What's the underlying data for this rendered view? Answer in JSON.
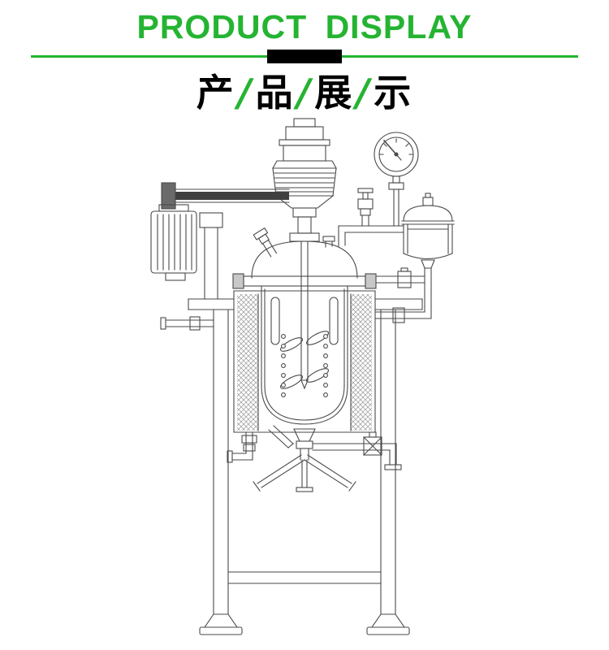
{
  "theme": {
    "accent_green": "#25b432",
    "title_black": "#000000",
    "drawing_stroke": "#4a4a4a"
  },
  "header": {
    "title_en": "PRODUCT DISPLAY",
    "title_zh_chars": [
      "产",
      "品",
      "展",
      "示"
    ],
    "separator": "/"
  },
  "drawing": {
    "description_components": [
      "agitator-motor",
      "bellows-drive-head",
      "belt-drive",
      "side-drive-motor",
      "pressure-gauge",
      "needle-valve",
      "buffer-pot",
      "overhead-piping",
      "reactor-vessel",
      "vessel-dome-nozzles",
      "main-flange",
      "heating-jacket",
      "stirrer-shaft-with-paddles",
      "internal-baffles",
      "bottom-discharge-valve",
      "tripod-guard",
      "jacket-drain-piping",
      "support-stand"
    ]
  }
}
